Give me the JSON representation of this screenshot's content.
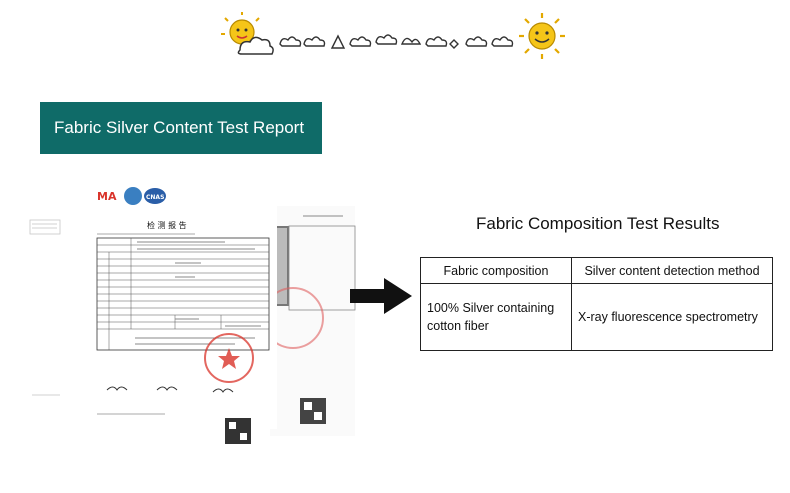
{
  "banner": {
    "title": "Fabric Silver Content Test Report"
  },
  "report_image": {
    "heading": "检 测 报 告",
    "logos": [
      "MA",
      "CNAS"
    ],
    "stamp_color": "#d9342b"
  },
  "results": {
    "title": "Fabric Composition Test Results",
    "headers": [
      "Fabric composition",
      "Silver content detection method"
    ],
    "rows": [
      [
        "100% Silver containing cotton fiber",
        "X-ray fluorescence spectrometry"
      ]
    ]
  },
  "colors": {
    "banner_bg": "#0f6b68",
    "sun": "#f5c518",
    "arrow": "#111111"
  }
}
